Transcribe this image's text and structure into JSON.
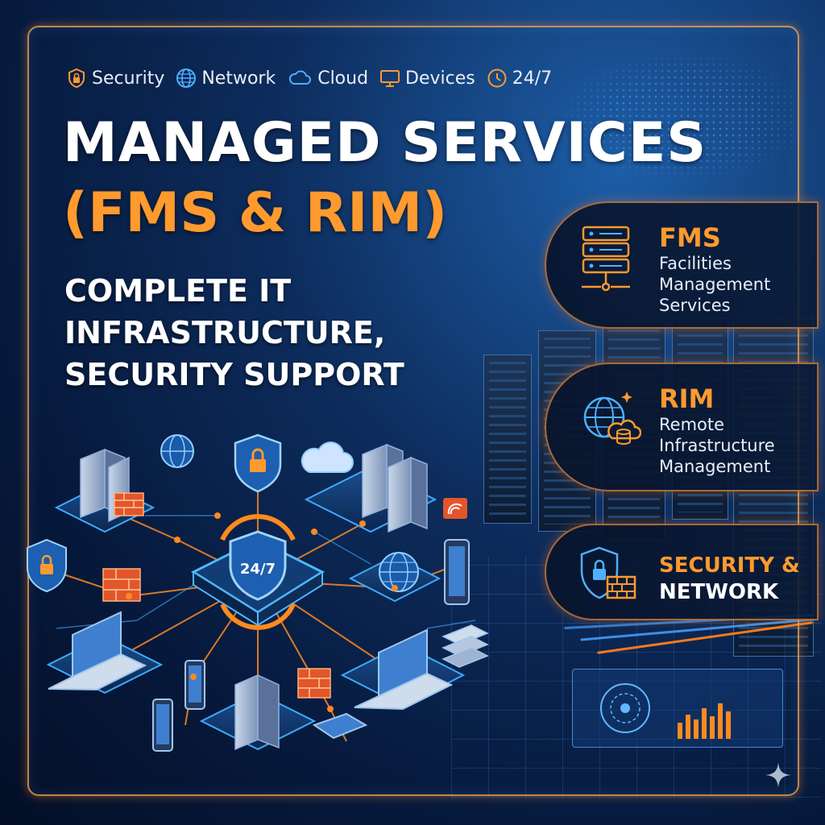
{
  "categories": [
    {
      "label": "Security",
      "icon": "padlock-shield-icon"
    },
    {
      "label": "Network",
      "icon": "globe-icon"
    },
    {
      "label": "Cloud",
      "icon": "cloud-icon"
    },
    {
      "label": "Devices",
      "icon": "monitor-icon"
    },
    {
      "label": "24/7",
      "icon": "clock-icon"
    }
  ],
  "title": {
    "line1": "MANAGED SERVICES",
    "line2": "(FMS & RIM)"
  },
  "subtitle": "COMPLETE IT\nINFRASTRUCTURE,\nSECURITY SUPPORT",
  "services": {
    "fms": {
      "heading": "FMS",
      "description": "Facilities\nManagement\nServices",
      "icon": "server-stack-icon"
    },
    "rim": {
      "heading": "RIM",
      "description": "Remote\nInfrastructure\nManagement",
      "icon": "globe-database-icon"
    },
    "security": {
      "heading_line1": "SECURITY &",
      "heading_line2": "NETWORK",
      "icon": "shield-firewall-icon"
    }
  },
  "diagram": {
    "hub_label": "24/7"
  },
  "colors": {
    "accent_orange": "#ff9a2e",
    "frame_orange": "#ffaa50",
    "network_blue": "#3fa9ff",
    "background_navy": "#06183a"
  }
}
